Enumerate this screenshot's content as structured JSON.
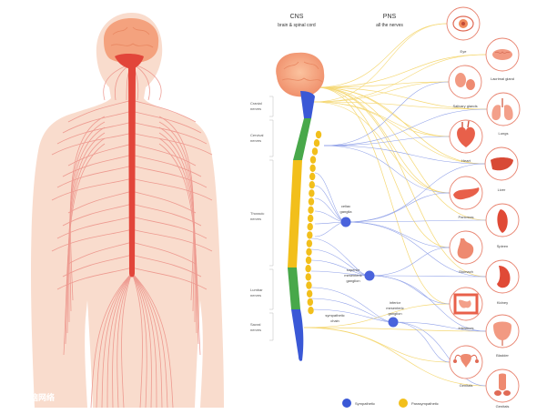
{
  "header": {
    "cns_title": "CNS",
    "cns_sub": "brain & spinal cord",
    "pns_title": "PNS",
    "pns_sub": "all the nerves"
  },
  "regions": [
    {
      "id": "cranial",
      "line1": "Cranial",
      "line2": "nerves",
      "color": "#3a58d6"
    },
    {
      "id": "cervical",
      "line1": "Cervical",
      "line2": "nerves",
      "color": "#48a84a"
    },
    {
      "id": "thoracic",
      "line1": "Thoracic",
      "line2": "nerves",
      "color": "#f2bf1b"
    },
    {
      "id": "lumbar",
      "line1": "Lumbar",
      "line2": "nerves",
      "color": "#48a84a"
    },
    {
      "id": "sacral",
      "line1": "Sacral",
      "line2": "nerves",
      "color": "#3a58d6"
    }
  ],
  "ganglia": [
    {
      "id": "celiac",
      "line1": "celiac",
      "line2": "ganglia"
    },
    {
      "id": "superior",
      "line1": "superior",
      "line2": "mesenteric",
      "line3": "ganglion"
    },
    {
      "id": "inferior",
      "line1": "inferior",
      "line2": "mesenteric",
      "line3": "ganglion"
    }
  ],
  "sympathetic_chain": {
    "line1": "sympathetic",
    "line2": "chain"
  },
  "organs": [
    {
      "id": "eye",
      "label": "Eye"
    },
    {
      "id": "lacrimal",
      "label": "Lacrimal gland"
    },
    {
      "id": "salivary",
      "label": "Salivary glands"
    },
    {
      "id": "lungs",
      "label": "Lungs"
    },
    {
      "id": "heart",
      "label": "Heart"
    },
    {
      "id": "liver",
      "label": "Liver"
    },
    {
      "id": "pancreas",
      "label": "Pancreas"
    },
    {
      "id": "spleen",
      "label": "Spleen"
    },
    {
      "id": "stomach",
      "label": "Stomach"
    },
    {
      "id": "kidney",
      "label": "Kidney"
    },
    {
      "id": "intestines",
      "label": "Intestines"
    },
    {
      "id": "bladder",
      "label": "Bladder"
    },
    {
      "id": "genitals-f",
      "label": "Genitals"
    },
    {
      "id": "genitals-m",
      "label": "Genitals"
    }
  ],
  "legend": {
    "sympathetic": {
      "label": "Sympathetic",
      "color": "#3a58d6"
    },
    "parasympathetic": {
      "label": "Parasympathetic",
      "color": "#f2bf1b"
    }
  },
  "colors": {
    "skin": "#f9dccd",
    "nerve_pink": "#ec8f86",
    "spine_red": "#e2453a",
    "brain": "#f4a27e",
    "sympathetic_line": "#8fa0e8",
    "parasympathetic_line": "#f5d874",
    "organ_circle": "#e8836f"
  },
  "watermark": "大脑网络"
}
